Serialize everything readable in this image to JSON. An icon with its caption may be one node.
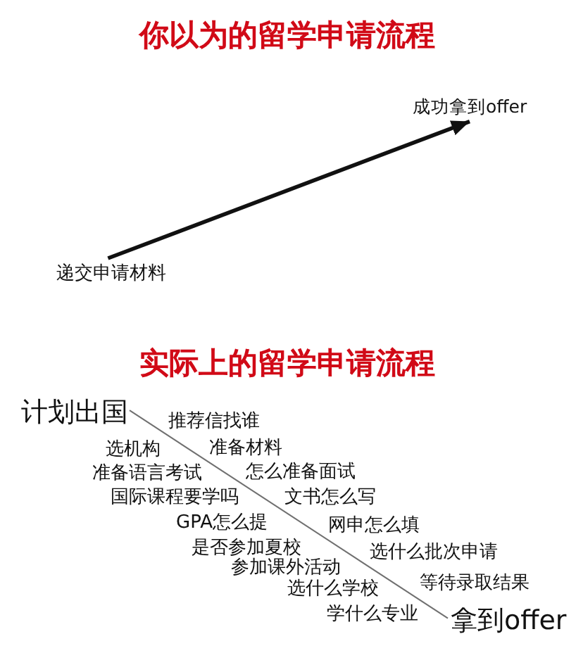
{
  "diagram": {
    "title": "你以为的留学申请流程",
    "nodes": [
      {
        "text": [
          "递交申请材料"
        ]
      },
      {
        "text": [
          "成功拿到offer"
        ]
      },
      {
        "text": [
          "计划出国"
        ]
      },
      {
        "text": [
          "拿到offer"
        ]
      }
    ],
    "edges": [
      {
        "from": 0,
        "to": 1,
        "arrow": "to",
        "style": "thick"
      },
      {
        "from": 2,
        "to": 3,
        "arrow": "none",
        "color": "#707070"
      }
    ],
    "labels": [
      "实际上的留学申请流程",
      "推荐信找谁",
      "选机构",
      "准备材料",
      "准备语言考试",
      "怎么准备面试",
      "国际课程要学吗",
      "文书怎么写",
      "GPA怎么提",
      "网申怎么填",
      "是否参加夏校",
      "选什么批次申请",
      "参加课外活动",
      "选什么学校",
      "等待录取结果",
      "学什么专业"
    ]
  }
}
